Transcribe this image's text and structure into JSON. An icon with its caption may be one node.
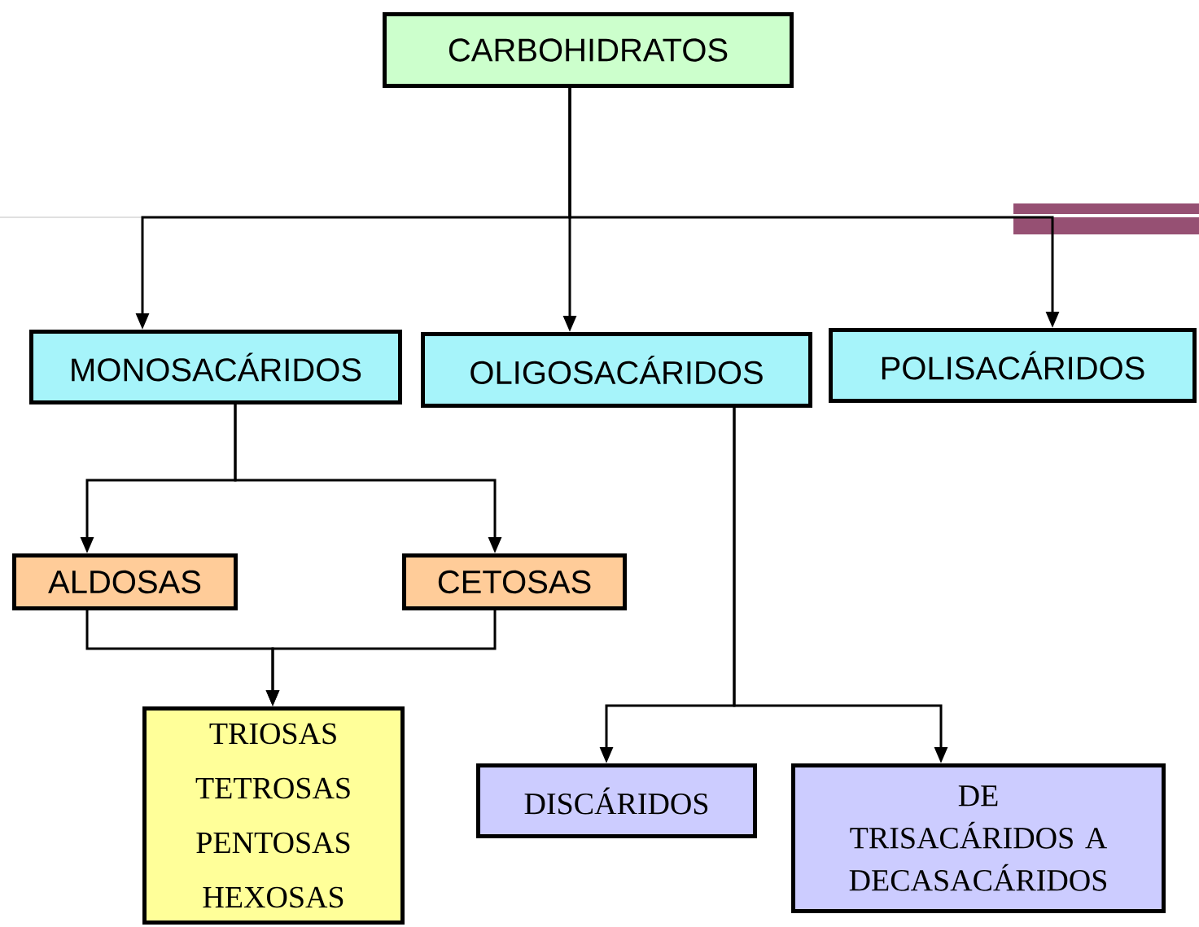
{
  "diagram": {
    "nodes": [
      {
        "text": [
          "CARBOHIDRATOS"
        ]
      },
      {
        "text": [
          "MONOSACÁRIDOS"
        ]
      },
      {
        "text": [
          "OLIGOSACÁRIDOS"
        ]
      },
      {
        "text": [
          "POLISACÁRIDOS"
        ]
      },
      {
        "text": [
          "ALDOSAS"
        ]
      },
      {
        "text": [
          "CETOSAS"
        ]
      },
      {
        "text": [
          "TRIOSAS",
          "TETROSAS",
          "PENTOSAS",
          "HEXOSAS"
        ]
      },
      {
        "text": [
          "DISCÁRIDOS"
        ]
      },
      {
        "text": [
          "DE TRISACÁRIDOS A DECASACÁRIDOS"
        ]
      }
    ],
    "edges": [
      {
        "from": 0,
        "to": 1,
        "arrow": "to"
      },
      {
        "from": 0,
        "to": 2,
        "arrow": "to"
      },
      {
        "from": 0,
        "to": 3,
        "arrow": "to"
      },
      {
        "from": 1,
        "to": 4,
        "arrow": "to"
      },
      {
        "from": 1,
        "to": 5,
        "arrow": "to"
      },
      {
        "from": 4,
        "to": 6,
        "arrow": "to"
      },
      {
        "from": 5,
        "to": 6,
        "arrow": "to"
      },
      {
        "from": 2,
        "to": 7,
        "arrow": "to"
      },
      {
        "from": 2,
        "to": 8,
        "arrow": "to"
      }
    ]
  }
}
